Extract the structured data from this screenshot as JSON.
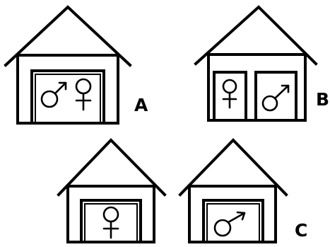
{
  "figure": {
    "houses": [
      {
        "id": "A",
        "rooms": [
          {
            "symbols": [
              "male",
              "female"
            ]
          }
        ]
      },
      {
        "id": "B",
        "rooms": [
          {
            "symbols": [
              "female"
            ]
          },
          {
            "symbols": [
              "male"
            ]
          }
        ]
      },
      {
        "id": "C-left",
        "rooms": [
          {
            "symbols": [
              "female"
            ]
          }
        ]
      },
      {
        "id": "C-right",
        "rooms": [
          {
            "symbols": [
              "male"
            ]
          }
        ]
      }
    ],
    "labels": {
      "a": "A",
      "b": "B",
      "c": "C"
    },
    "icons": {
      "male": "male-symbol-icon",
      "female": "female-symbol-icon"
    },
    "colors": {
      "ink": "#000000",
      "background": "#ffffff"
    }
  }
}
